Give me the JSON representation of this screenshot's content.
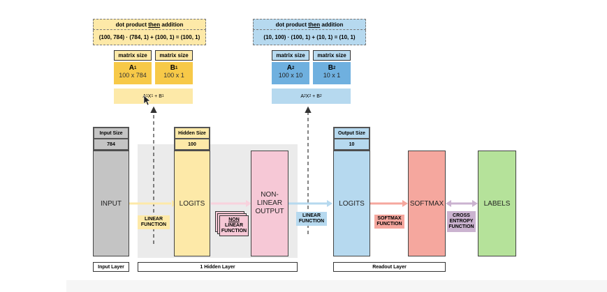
{
  "top_left": {
    "title_pre": "dot product ",
    "title_u": "then",
    "title_post": " addition",
    "formula": "(100, 784) · (784, 1) + (100, 1) = (100, 1)",
    "ma_label": "matrix size",
    "mb_label": "matrix size",
    "a_name": "A",
    "a_sub": "1",
    "a_size": "100 x 784",
    "b_name": "B",
    "b_sub": "1",
    "b_size": "100 x 1",
    "eq_a": "A",
    "eq_a_sub": "1",
    "eq_x": "X",
    "eq_x_sub": "1",
    "eq_plus": " + B",
    "eq_b_sub": "1"
  },
  "top_right": {
    "title_pre": "dot product ",
    "title_u": "then",
    "title_post": " addition",
    "formula": "(10, 100) · (100, 1) + (10, 1) = (10, 1)",
    "ma_label": "matrix size",
    "mb_label": "matrix size",
    "a_name": "A",
    "a_sub": "2",
    "a_size": "100 x 10",
    "b_name": "B",
    "b_sub": "2",
    "b_size": "10 x 1",
    "eq_a": "A",
    "eq_a_sub": "2",
    "eq_x": "X",
    "eq_x_sub": "2",
    "eq_plus": " + B",
    "eq_b_sub": "2"
  },
  "layers": {
    "input": {
      "size_label": "Input Size",
      "size_value": "784",
      "label": "INPUT"
    },
    "logits1": {
      "size_label": "Hidden Size",
      "size_value": "100",
      "label": "LOGITS"
    },
    "nonlinear": {
      "label_1": "NON-",
      "label_2": "LINEAR",
      "label_3": "OUTPUT"
    },
    "logits2": {
      "size_label": "Output Size",
      "size_value": "10",
      "label": "LOGITS"
    },
    "softmax": {
      "label": "SOFTMAX"
    },
    "labels": {
      "label": "LABELS"
    }
  },
  "functions": {
    "linear1": {
      "line1": "LINEAR",
      "line2": "FUNCTION"
    },
    "nonlin": {
      "line1": "NON",
      "line2": "LINEAR",
      "line3": "FUNCTION"
    },
    "linear2": {
      "line1": "LINEAR",
      "line2": "FUNCTION"
    },
    "softmax_fn": {
      "line1": "SOFTMAX",
      "line2": "FUNCTION"
    },
    "cross": {
      "line1": "CROSS",
      "line2": "ENTROPY",
      "line3": "FUNCTION"
    }
  },
  "sections": {
    "input_layer": "Input Layer",
    "hidden_layer": "1 Hidden Layer",
    "readout_layer": "Readout Layer"
  },
  "colors": {
    "yellow": "#fde9a8",
    "yellow_dark": "#f7c948",
    "blue": "#b6d9ef",
    "blue_dark": "#6fb0df",
    "gray": "#c4c4c4",
    "pink": "#f6c8d6",
    "salmon": "#f5a79e",
    "green": "#b5e29a",
    "panel": "#ebebeb"
  }
}
